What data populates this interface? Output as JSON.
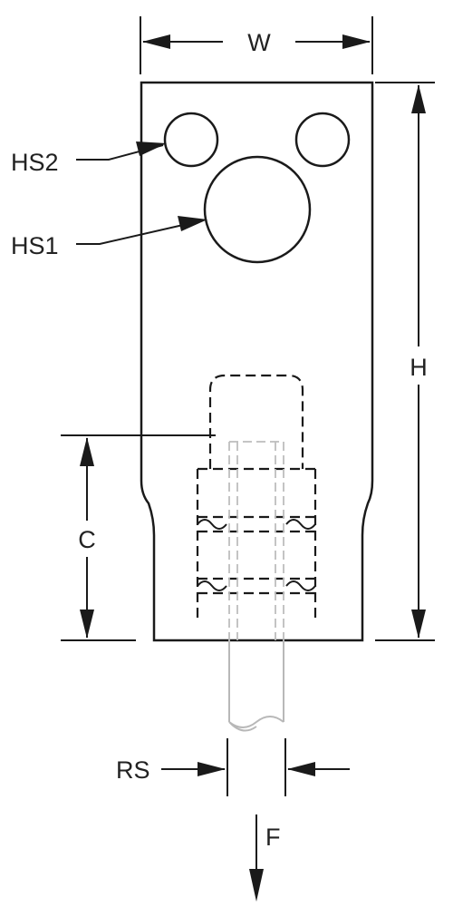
{
  "labels": {
    "width": "W",
    "height": "H",
    "hole_small": "HS2",
    "hole_large": "HS1",
    "center_distance": "C",
    "rod_size": "RS",
    "force": "F"
  },
  "colors": {
    "outline": "#1a1a1a",
    "hidden_rod": "#b8b8b8",
    "background": "#ffffff"
  }
}
